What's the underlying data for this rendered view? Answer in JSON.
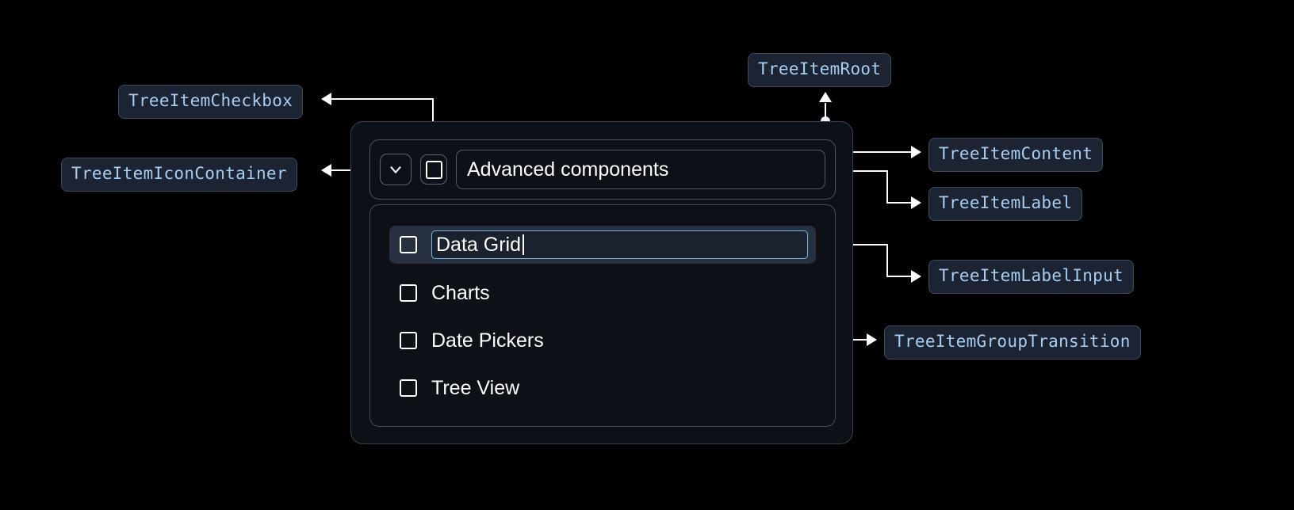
{
  "theme": {
    "background": "#000000",
    "panel_background": "#0d1117",
    "panel_border": "#3a4250",
    "annotation_text": "#a8cdf0",
    "annotation_background": "#1c2433",
    "annotation_border": "#3c4a5e",
    "connector": "#ffffff",
    "selected_row": "#27303e",
    "input_focus_border": "#7ab6e8",
    "text": "#ffffff"
  },
  "annotations": [
    {
      "id": "tree-item-root",
      "label": "TreeItemRoot"
    },
    {
      "id": "tree-item-checkbox",
      "label": "TreeItemCheckbox"
    },
    {
      "id": "tree-item-icon-container",
      "label": "TreeItemIconContainer"
    },
    {
      "id": "tree-item-content",
      "label": "TreeItemContent"
    },
    {
      "id": "tree-item-label",
      "label": "TreeItemLabel"
    },
    {
      "id": "tree-item-label-input",
      "label": "TreeItemLabelInput"
    },
    {
      "id": "tree-item-group-transition",
      "label": "TreeItemGroupTransition"
    }
  ],
  "tree": {
    "root": {
      "expand_icon": "chevron-down-icon",
      "expanded": true,
      "checkbox_checked": false,
      "label": "Advanced components"
    },
    "children": [
      {
        "label": "Data Grid",
        "checkbox_checked": false,
        "editing": true,
        "selected": true,
        "input_value": "Data Grid"
      },
      {
        "label": "Charts",
        "checkbox_checked": false,
        "editing": false,
        "selected": false
      },
      {
        "label": "Date Pickers",
        "checkbox_checked": false,
        "editing": false,
        "selected": false
      },
      {
        "label": "Tree View",
        "checkbox_checked": false,
        "editing": false,
        "selected": false
      }
    ]
  }
}
